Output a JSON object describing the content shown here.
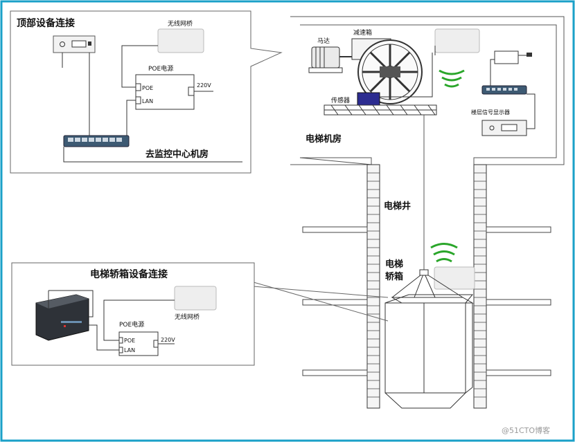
{
  "top_panel": {
    "title": "顶部设备连接",
    "wireless_bridge": "无线网桥",
    "poe_supply": "POE电源",
    "port_poe": "POE",
    "port_lan": "LAN",
    "voltage": "220V",
    "to_monitor_center": "去监控中心机房"
  },
  "machine_room": {
    "title": "电梯机房",
    "motor": "马达",
    "gearbox": "减速箱",
    "sensor": "传感器",
    "floor_display": "楼层信号显示器"
  },
  "shaft": {
    "shaft_label": "电梯井",
    "car_label_1": "电梯",
    "car_label_2": "轿箱"
  },
  "car_panel": {
    "title": "电梯轿箱设备连接",
    "wireless_bridge": "无线网桥",
    "poe_supply": "POE电源",
    "port_poe": "POE",
    "port_lan": "LAN",
    "voltage": "220V"
  },
  "watermark": "@51CTO博客",
  "colors": {
    "frame": "#1aa0c8",
    "wave": "#2aa62a",
    "sensor": "#2c2c90",
    "switch": "#3d5a73",
    "line": "#333333"
  }
}
